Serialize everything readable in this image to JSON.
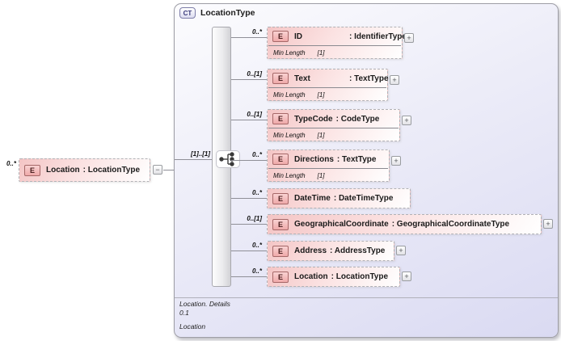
{
  "diagram": {
    "root_element": {
      "cardinality": "0..*",
      "badge": "E",
      "name": "Location",
      "type": ": LocationType",
      "collapse_glyph": "−"
    },
    "container": {
      "badge": "CT",
      "title": "LocationType"
    },
    "sequence": {
      "cardinality": "[1]..[1]"
    },
    "children": [
      {
        "cardinality": "0..*",
        "badge": "E",
        "name": "ID",
        "type": ": IdentifierType",
        "facet_label": "Min Length",
        "facet_value": "[1]",
        "expand_glyph": "+"
      },
      {
        "cardinality": "0..[1]",
        "badge": "E",
        "name": "Text",
        "type": ": TextType",
        "facet_label": "Min Length",
        "facet_value": "[1]",
        "expand_glyph": "+"
      },
      {
        "cardinality": "0..[1]",
        "badge": "E",
        "name": "TypeCode",
        "type": ": CodeType",
        "facet_label": "Min Length",
        "facet_value": "[1]",
        "expand_glyph": "+"
      },
      {
        "cardinality": "0..*",
        "badge": "E",
        "name": "Directions",
        "type": ": TextType",
        "facet_label": "Min Length",
        "facet_value": "[1]",
        "expand_glyph": "+"
      },
      {
        "cardinality": "0..*",
        "badge": "E",
        "name": "DateTime",
        "type": ": DateTimeType"
      },
      {
        "cardinality": "0..[1]",
        "badge": "E",
        "name": "GeographicalCoordinate",
        "type": ": GeographicalCoordinateType",
        "expand_glyph": "+"
      },
      {
        "cardinality": "0..*",
        "badge": "E",
        "name": "Address",
        "type": ": AddressType",
        "expand_glyph": "+"
      },
      {
        "cardinality": "0..*",
        "badge": "E",
        "name": "Location",
        "type": ": LocationType",
        "expand_glyph": "+"
      }
    ],
    "footer": {
      "line1": "Location. Details",
      "line2": "0.1",
      "line3": "Location"
    },
    "colors": {
      "element_pink": "#f4c5c5",
      "container_lavender": "#dadaf2",
      "badge_border": "#a66868",
      "ct_text": "#3a3a7a"
    }
  }
}
